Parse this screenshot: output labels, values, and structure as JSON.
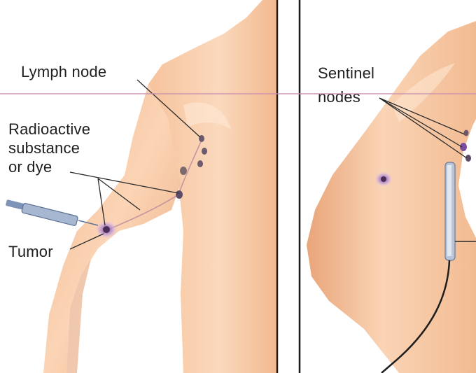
{
  "left_panel": {
    "labels": {
      "lymph_node": "Lymph node",
      "radioactive_line1": "Radioactive",
      "radioactive_line2": "substance",
      "radioactive_line3": "or dye",
      "tumor": "Tumor"
    }
  },
  "right_panel": {
    "labels": {
      "sentinel_line1": "Sentinel",
      "sentinel_line2": "nodes"
    }
  },
  "colors": {
    "skin_light": "#fbd7b8",
    "skin_mid": "#f3b88e",
    "skin_dark": "#d98f62",
    "divider": "#1a1a1a",
    "scan_line": "#c98fb0",
    "node": "#6d5a6e",
    "tumor_halo": "#a67dc0",
    "syringe": "#8fa3c4"
  }
}
